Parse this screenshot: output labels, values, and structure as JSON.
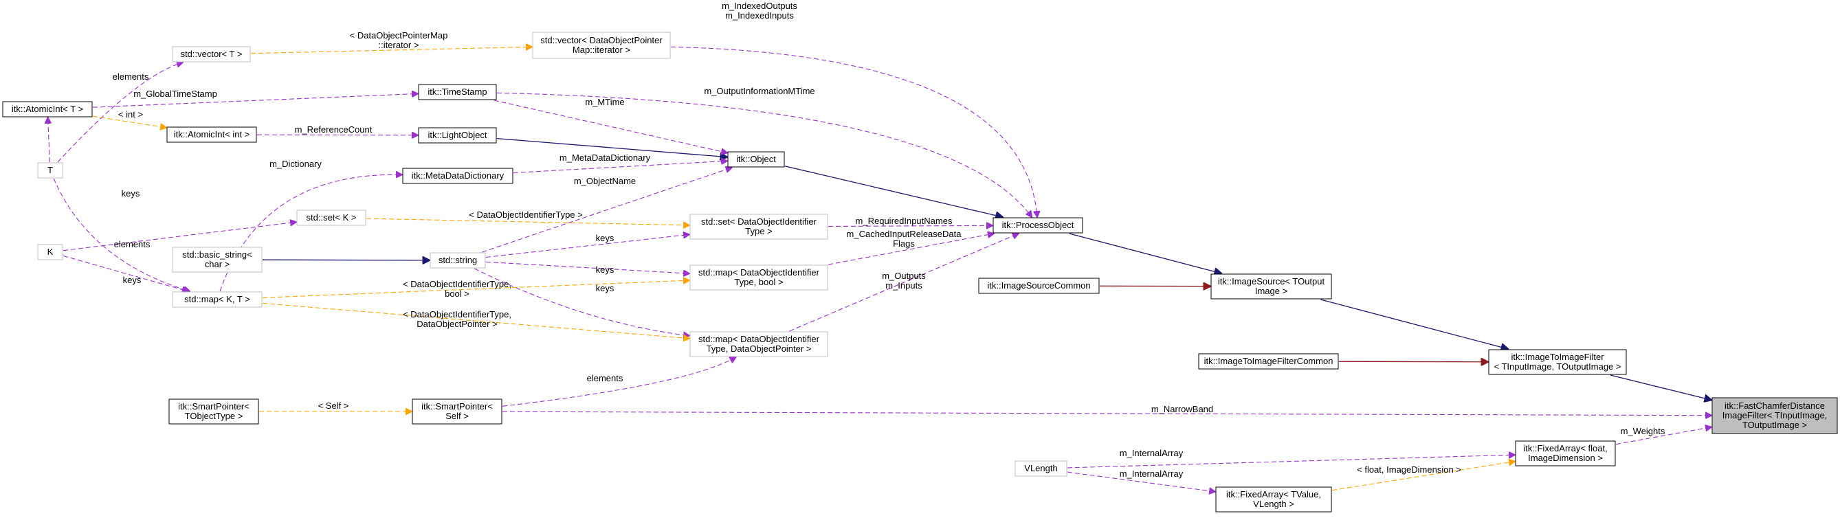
{
  "colors": {
    "inherit": "#191970",
    "private_inherit": "#8b1a1a",
    "usage": "#9a32cd",
    "template": "#ffa500",
    "documented_border": "#000000",
    "undocumented_border": "#bfbfbf",
    "focus_fill": "#bfbfbf"
  },
  "nodes": [
    {
      "id": "atomicint_t",
      "lines": [
        "itk::AtomicInt< T >"
      ],
      "documented": true
    },
    {
      "id": "t",
      "lines": [
        "T"
      ],
      "documented": false
    },
    {
      "id": "k",
      "lines": [
        "K"
      ],
      "documented": false
    },
    {
      "id": "vector_t",
      "lines": [
        "std::vector< T >"
      ],
      "documented": false
    },
    {
      "id": "atomicint_int",
      "lines": [
        "itk::AtomicInt< int >"
      ],
      "documented": true
    },
    {
      "id": "metadatadictionary",
      "lines": [
        "itk::MetaDataDictionary"
      ],
      "documented": true
    },
    {
      "id": "set_k",
      "lines": [
        "std::set< K >"
      ],
      "documented": false
    },
    {
      "id": "basic_string",
      "lines": [
        "std::basic_string<",
        "char >"
      ],
      "documented": false
    },
    {
      "id": "map_kt",
      "lines": [
        "std::map< K, T >"
      ],
      "documented": false
    },
    {
      "id": "smartpointer_tobj",
      "lines": [
        "itk::SmartPointer<",
        "TObjectType >"
      ],
      "documented": true
    },
    {
      "id": "timestamp",
      "lines": [
        "itk::TimeStamp"
      ],
      "documented": true
    },
    {
      "id": "lightobject",
      "lines": [
        "itk::LightObject"
      ],
      "documented": true
    },
    {
      "id": "string",
      "lines": [
        "std::string"
      ],
      "documented": false
    },
    {
      "id": "smartpointer_self",
      "lines": [
        "itk::SmartPointer<",
        "Self >"
      ],
      "documented": true
    },
    {
      "id": "vector_map_iter",
      "lines": [
        "std::vector< DataObjectPointer",
        "Map::iterator >"
      ],
      "documented": false
    },
    {
      "id": "object",
      "lines": [
        "itk::Object"
      ],
      "documented": true
    },
    {
      "id": "set_doit",
      "lines": [
        "std::set< DataObjectIdentifier",
        "Type >"
      ],
      "documented": false
    },
    {
      "id": "map_doit_bool",
      "lines": [
        "std::map< DataObjectIdentifier",
        "Type, bool >"
      ],
      "documented": false
    },
    {
      "id": "map_doit_dop",
      "lines": [
        "std::map< DataObjectIdentifier",
        "Type, DataObjectPointer >"
      ],
      "documented": false
    },
    {
      "id": "processobject",
      "lines": [
        "itk::ProcessObject"
      ],
      "documented": true
    },
    {
      "id": "imagesourcecommon",
      "lines": [
        "itk::ImageSourceCommon"
      ],
      "documented": true
    },
    {
      "id": "imagesource",
      "lines": [
        "itk::ImageSource< TOutput",
        "Image >"
      ],
      "documented": true
    },
    {
      "id": "itifcommon",
      "lines": [
        "itk::ImageToImageFilterCommon"
      ],
      "documented": true
    },
    {
      "id": "itif",
      "lines": [
        "itk::ImageToImageFilter",
        "< TInputImage, TOutputImage >"
      ],
      "documented": true
    },
    {
      "id": "fastchamfer",
      "lines": [
        "itk::FastChamferDistance",
        "ImageFilter< TInputImage,",
        "TOutputImage >"
      ],
      "documented": true,
      "focus": true
    },
    {
      "id": "vlength",
      "lines": [
        "VLength"
      ],
      "documented": false
    },
    {
      "id": "fixedarray_tvalue",
      "lines": [
        "itk::FixedArray< TValue,",
        "VLength >"
      ],
      "documented": true
    },
    {
      "id": "fixedarray_float",
      "lines": [
        "itk::FixedArray< float,",
        "ImageDimension >"
      ],
      "documented": true
    }
  ],
  "edges": [
    {
      "from": "lightobject",
      "to": "object",
      "kind": "inherit",
      "labels": []
    },
    {
      "from": "object",
      "to": "processobject",
      "kind": "inherit",
      "labels": []
    },
    {
      "from": "processobject",
      "to": "imagesource",
      "kind": "inherit",
      "labels": []
    },
    {
      "from": "imagesource",
      "to": "itif",
      "kind": "inherit",
      "labels": []
    },
    {
      "from": "itif",
      "to": "fastchamfer",
      "kind": "inherit",
      "labels": []
    },
    {
      "from": "basic_string",
      "to": "string",
      "kind": "inherit",
      "labels": []
    },
    {
      "from": "imagesourcecommon",
      "to": "imagesource",
      "kind": "private_inherit",
      "labels": []
    },
    {
      "from": "itifcommon",
      "to": "itif",
      "kind": "private_inherit",
      "labels": []
    },
    {
      "from": "t",
      "to": "atomicint_t",
      "kind": "usage",
      "labels": []
    },
    {
      "from": "atomicint_t",
      "to": "timestamp",
      "kind": "usage",
      "labels": [
        "m_GlobalTimeStamp"
      ]
    },
    {
      "from": "t",
      "to": "vector_t",
      "kind": "usage",
      "labels": [
        "elements"
      ]
    },
    {
      "from": "atomicint_int",
      "to": "lightobject",
      "kind": "usage",
      "labels": [
        "m_ReferenceCount"
      ]
    },
    {
      "from": "timestamp",
      "to": "object",
      "kind": "usage",
      "labels": [
        "m_MTime"
      ]
    },
    {
      "from": "metadatadictionary",
      "to": "object",
      "kind": "usage",
      "labels": [
        "m_MetaDataDictionary"
      ]
    },
    {
      "from": "map_kt",
      "to": "metadatadictionary",
      "kind": "usage",
      "labels": [
        "m_Dictionary"
      ]
    },
    {
      "from": "string",
      "to": "object",
      "kind": "usage",
      "labels": [
        "m_ObjectName"
      ]
    },
    {
      "from": "k",
      "to": "set_k",
      "kind": "usage",
      "labels": [
        "keys"
      ]
    },
    {
      "from": "t",
      "to": "map_kt",
      "kind": "usage",
      "labels": [
        "elements"
      ]
    },
    {
      "from": "k",
      "to": "map_kt",
      "kind": "usage",
      "labels": [
        "keys"
      ]
    },
    {
      "from": "timestamp",
      "to": "processobject",
      "kind": "usage",
      "labels": [
        "m_OutputInformationMTime"
      ]
    },
    {
      "from": "vector_map_iter",
      "to": "processobject",
      "kind": "usage",
      "labels": [
        "m_IndexedOutputs",
        "m_IndexedInputs"
      ]
    },
    {
      "from": "set_doit",
      "to": "processobject",
      "kind": "usage",
      "labels": [
        "m_RequiredInputNames"
      ]
    },
    {
      "from": "map_doit_bool",
      "to": "processobject",
      "kind": "usage",
      "labels": [
        "m_CachedInputReleaseData",
        "Flags"
      ]
    },
    {
      "from": "map_doit_dop",
      "to": "processobject",
      "kind": "usage",
      "labels": [
        "m_Outputs",
        "m_Inputs"
      ]
    },
    {
      "from": "string",
      "to": "set_doit",
      "kind": "usage",
      "labels": [
        "keys"
      ]
    },
    {
      "from": "string",
      "to": "map_doit_bool",
      "kind": "usage",
      "labels": [
        "keys"
      ]
    },
    {
      "from": "string",
      "to": "map_doit_dop",
      "kind": "usage",
      "labels": [
        "keys"
      ]
    },
    {
      "from": "smartpointer_self",
      "to": "map_doit_dop",
      "kind": "usage",
      "labels": [
        "elements"
      ]
    },
    {
      "from": "smartpointer_self",
      "to": "fastchamfer",
      "kind": "usage",
      "labels": [
        "m_NarrowBand"
      ]
    },
    {
      "from": "fixedarray_float",
      "to": "fastchamfer",
      "kind": "usage",
      "labels": [
        "m_Weights"
      ]
    },
    {
      "from": "vlength",
      "to": "fixedarray_float",
      "kind": "usage",
      "labels": [
        "m_InternalArray"
      ]
    },
    {
      "from": "vlength",
      "to": "fixedarray_tvalue",
      "kind": "usage",
      "labels": [
        "m_InternalArray"
      ]
    },
    {
      "from": "vector_t",
      "to": "vector_map_iter",
      "kind": "template",
      "labels": [
        "< DataObjectPointerMap",
        "::iterator >"
      ]
    },
    {
      "from": "atomicint_t",
      "to": "atomicint_int",
      "kind": "template",
      "labels": [
        "< int >"
      ]
    },
    {
      "from": "set_k",
      "to": "set_doit",
      "kind": "template",
      "labels": [
        "< DataObjectIdentifierType >"
      ]
    },
    {
      "from": "map_kt",
      "to": "map_doit_bool",
      "kind": "template",
      "labels": [
        "< DataObjectIdentifierType,",
        "bool >"
      ]
    },
    {
      "from": "map_kt",
      "to": "map_doit_dop",
      "kind": "template",
      "labels": [
        "< DataObjectIdentifierType,",
        "DataObjectPointer >"
      ]
    },
    {
      "from": "smartpointer_tobj",
      "to": "smartpointer_self",
      "kind": "template",
      "labels": [
        "< Self >"
      ]
    },
    {
      "from": "fixedarray_tvalue",
      "to": "fixedarray_float",
      "kind": "template",
      "labels": [
        "< float, ImageDimension >"
      ]
    }
  ]
}
